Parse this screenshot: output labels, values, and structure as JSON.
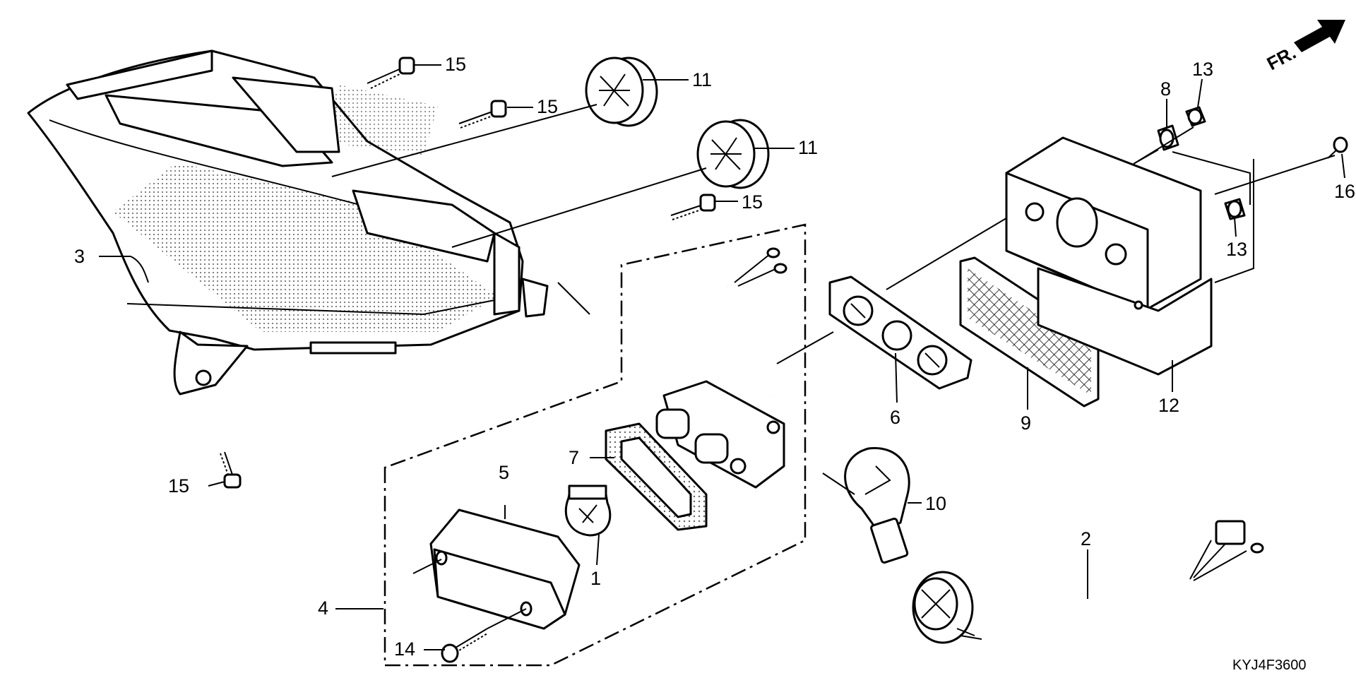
{
  "diagram": {
    "code": "KYJ4F3600",
    "direction_label": "FR.",
    "callouts": {
      "c1": "1",
      "c2": "2",
      "c3": "3",
      "c4": "4",
      "c5": "5",
      "c6": "6",
      "c7": "7",
      "c8": "8",
      "c9": "9",
      "c10": "10",
      "c11a": "11",
      "c11b": "11",
      "c12": "12",
      "c13a": "13",
      "c13b": "13",
      "c14": "14",
      "c15a": "15",
      "c15b": "15",
      "c15c": "15",
      "c15d": "15",
      "c16": "16"
    }
  }
}
